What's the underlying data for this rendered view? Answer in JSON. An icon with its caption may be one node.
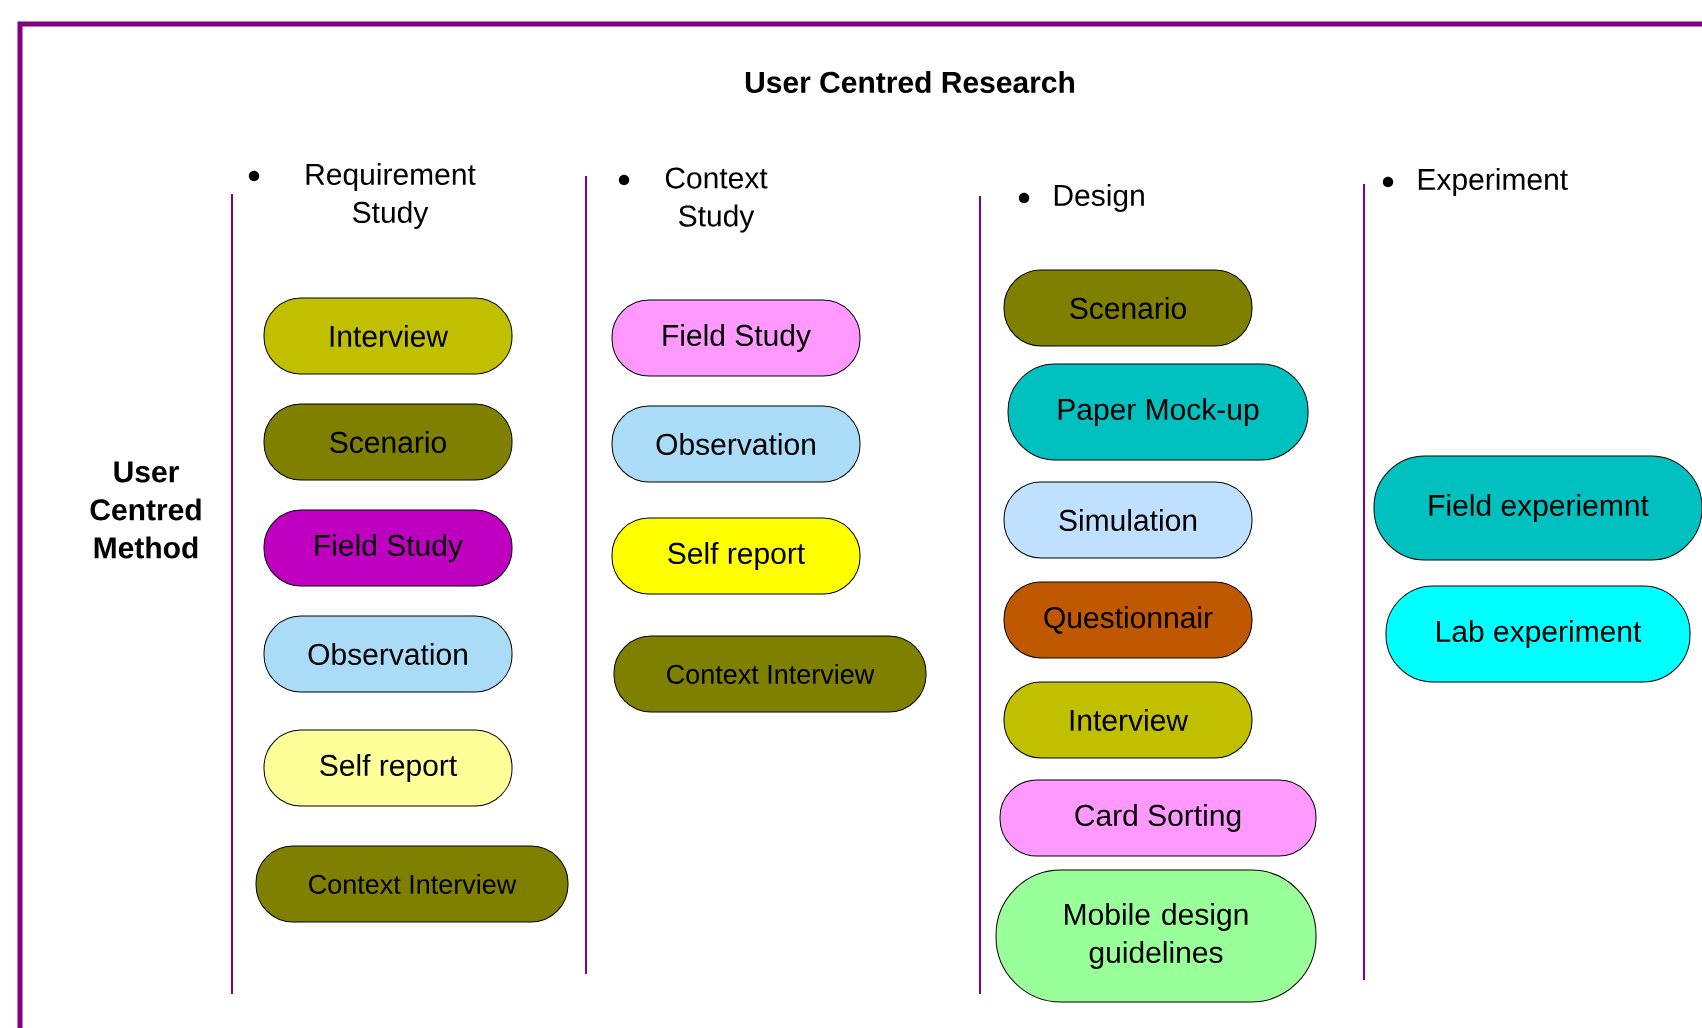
{
  "diagram": {
    "title": "User Centred Research",
    "nodes": [
      {
        "text": [
          "Interview"
        ]
      },
      {
        "text": [
          "Scenario"
        ]
      },
      {
        "text": [
          "Field Study"
        ]
      },
      {
        "text": [
          "Observation"
        ]
      },
      {
        "text": [
          "Self report"
        ]
      },
      {
        "text": [
          "Context Interview"
        ]
      },
      {
        "text": [
          "Field Study"
        ]
      },
      {
        "text": [
          "Observation"
        ]
      },
      {
        "text": [
          "Self report"
        ]
      },
      {
        "text": [
          "Context Interview"
        ]
      },
      {
        "text": [
          "Scenario"
        ]
      },
      {
        "text": [
          "Paper Mock-up"
        ]
      },
      {
        "text": [
          "Simulation"
        ]
      },
      {
        "text": [
          "Questionnair"
        ]
      },
      {
        "text": [
          "Interview"
        ]
      },
      {
        "text": [
          "Card Sorting"
        ]
      },
      {
        "text": [
          "Mobile design guidelines"
        ]
      },
      {
        "text": [
          "Field experiemnt"
        ]
      },
      {
        "text": [
          "Lab experiment"
        ]
      }
    ],
    "labels": [
      "Requirement Study",
      "Context Study",
      "Design",
      "Experiment",
      "User Centred Method"
    ]
  }
}
